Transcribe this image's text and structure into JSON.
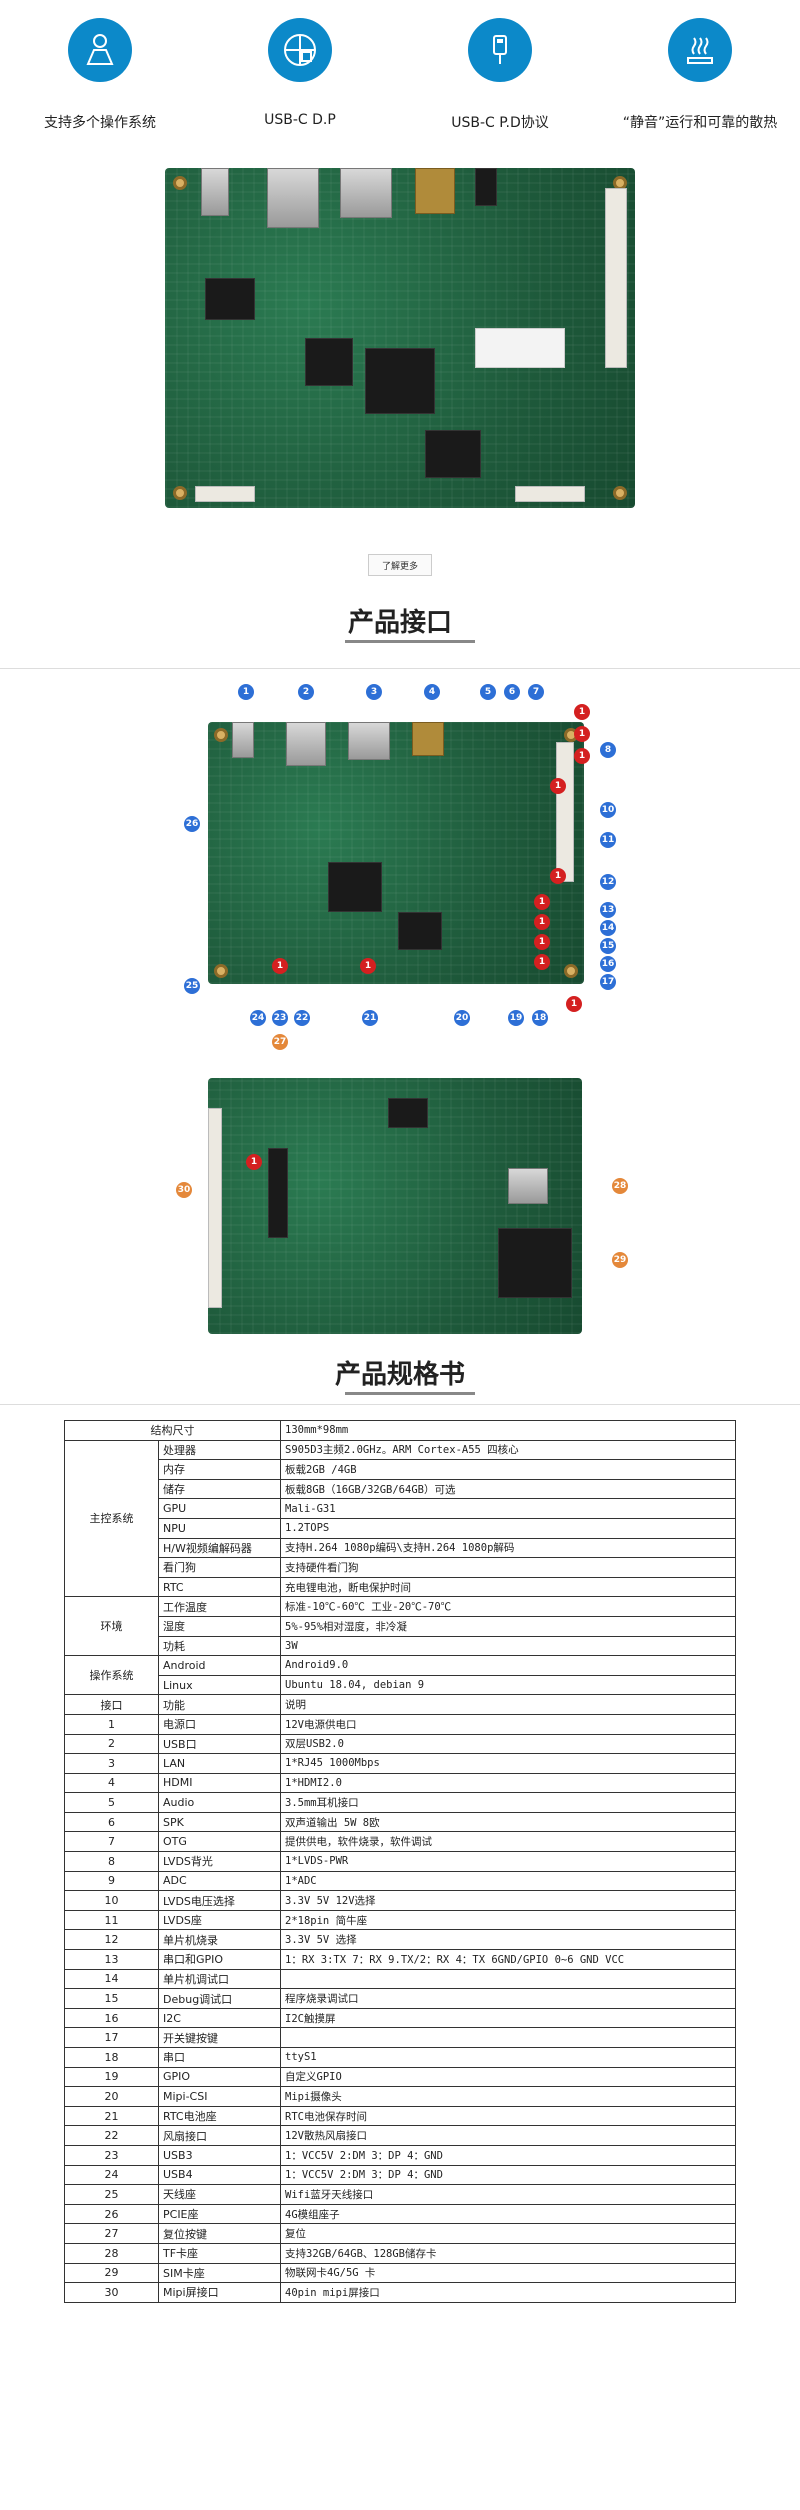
{
  "features": [
    {
      "label": "支持多个操作系统",
      "icon": "os-person-icon"
    },
    {
      "label": "USB-C D.P",
      "icon": "usb-c-grid-icon"
    },
    {
      "label": "USB-C P.D协议",
      "icon": "usb-c-plug-icon"
    },
    {
      "label": "“静音”运行和可靠的散热",
      "icon": "fan-heat-icon"
    }
  ],
  "colors": {
    "accent": "#0c89c9",
    "marker_blue": "#2d6fd6",
    "marker_red": "#d42020",
    "marker_orange": "#e4883a"
  },
  "more_button": "了解更多",
  "sections": {
    "interfaces_title": "产品接口",
    "specs_title": "产品规格书"
  },
  "markers": {
    "blue": [
      "1",
      "2",
      "3",
      "4",
      "5",
      "6",
      "7",
      "8",
      "10",
      "11",
      "12",
      "13",
      "14",
      "15",
      "16",
      "17",
      "18",
      "19",
      "20",
      "21",
      "22",
      "23",
      "24",
      "25",
      "26"
    ],
    "red": [
      "1",
      "1",
      "1",
      "1",
      "1",
      "1",
      "1",
      "1",
      "1",
      "1",
      "1",
      "1",
      "1"
    ],
    "orange": [
      "27",
      "28",
      "29",
      "30"
    ]
  },
  "spec_table": {
    "rows": [
      {
        "group": "结构尺寸",
        "item": "",
        "value": "130mm*98mm"
      },
      {
        "group": "主控系统",
        "item": "处理器",
        "value": "S905D3主频2.0GHz。ARM Cortex-A55 四核心"
      },
      {
        "group": "",
        "item": "内存",
        "value": "板载2GB /4GB"
      },
      {
        "group": "",
        "item": "储存",
        "value": "板载8GB（16GB/32GB/64GB）可选"
      },
      {
        "group": "",
        "item": "GPU",
        "value": "Mali-G31"
      },
      {
        "group": "",
        "item": "NPU",
        "value": "1.2TOPS"
      },
      {
        "group": "",
        "item": "H/W视频编解码器",
        "value": "支持H.264 1080p编码\\支持H.264 1080p解码"
      },
      {
        "group": "",
        "item": "看门狗",
        "value": "支持硬件看门狗"
      },
      {
        "group": "",
        "item": "RTC",
        "value": "充电锂电池，断电保护时间"
      },
      {
        "group": "环境",
        "item": "工作温度",
        "value": "标准-10℃-60℃    工业-20℃-70℃"
      },
      {
        "group": "",
        "item": "湿度",
        "value": "5%-95%相对湿度，非冷凝"
      },
      {
        "group": "",
        "item": "功耗",
        "value": "3W"
      },
      {
        "group": "操作系统",
        "item": "Android",
        "value": "Android9.0"
      },
      {
        "group": "",
        "item": "Linux",
        "value": "Ubuntu 18.04, debian 9"
      },
      {
        "group": "接口",
        "item": "功能",
        "value": "说明"
      },
      {
        "group": "1",
        "item": "电源口",
        "value": "12V电源供电口"
      },
      {
        "group": "2",
        "item": "USB口",
        "value": "双层USB2.0"
      },
      {
        "group": "3",
        "item": "LAN",
        "value": "1*RJ45 1000Mbps"
      },
      {
        "group": "4",
        "item": "HDMI",
        "value": "1*HDMI2.0"
      },
      {
        "group": "5",
        "item": "Audio",
        "value": "3.5mm耳机接口"
      },
      {
        "group": "6",
        "item": "SPK",
        "value": "双声道输出 5W 8欧"
      },
      {
        "group": "7",
        "item": "OTG",
        "value": "提供供电，软件烧录，软件调试"
      },
      {
        "group": "8",
        "item": "LVDS背光",
        "value": "1*LVDS-PWR"
      },
      {
        "group": "9",
        "item": "ADC",
        "value": "1*ADC"
      },
      {
        "group": "10",
        "item": "LVDS电压选择",
        "value": "3.3V 5V 12V选择"
      },
      {
        "group": "11",
        "item": "LVDS座",
        "value": "2*18pin 简牛座"
      },
      {
        "group": "12",
        "item": "单片机烧录",
        "value": "3.3V 5V 选择"
      },
      {
        "group": "13",
        "item": "串口和GPIO",
        "value": "1：RX 3:TX  7：RX 9.TX/2：RX 4：TX 6GND/GPIO 0~6 GND  VCC"
      },
      {
        "group": "14",
        "item": "单片机调试口",
        "value": ""
      },
      {
        "group": "15",
        "item": "Debug调试口",
        "value": "程序烧录调试口"
      },
      {
        "group": "16",
        "item": "I2C",
        "value": "I2C触摸屏"
      },
      {
        "group": "17",
        "item": "开关键按键",
        "value": ""
      },
      {
        "group": "18",
        "item": "串口",
        "value": "ttyS1"
      },
      {
        "group": "19",
        "item": "GPIO",
        "value": "自定义GPIO"
      },
      {
        "group": "20",
        "item": "Mipi-CSI",
        "value": "Mipi摄像头"
      },
      {
        "group": "21",
        "item": "RTC电池座",
        "value": "RTC电池保存时间"
      },
      {
        "group": "22",
        "item": "风扇接口",
        "value": "12V散热风扇接口"
      },
      {
        "group": "23",
        "item": "USB3",
        "value": "1：VCC5V 2:DM 3：DP 4：GND"
      },
      {
        "group": "24",
        "item": "USB4",
        "value": "1：VCC5V 2:DM 3：DP 4：GND"
      },
      {
        "group": "25",
        "item": "天线座",
        "value": "Wifi蓝牙天线接口"
      },
      {
        "group": "26",
        "item": "PCIE座",
        "value": "4G模组座子"
      },
      {
        "group": "27",
        "item": "复位按键",
        "value": "复位"
      },
      {
        "group": "28",
        "item": "TF卡座",
        "value": "支持32GB/64GB、128GB储存卡"
      },
      {
        "group": "29",
        "item": "SIM卡座",
        "value": "物联网卡4G/5G 卡"
      },
      {
        "group": "30",
        "item": "Mipi屏接口",
        "value": "40pin mipi屏接口"
      }
    ]
  }
}
